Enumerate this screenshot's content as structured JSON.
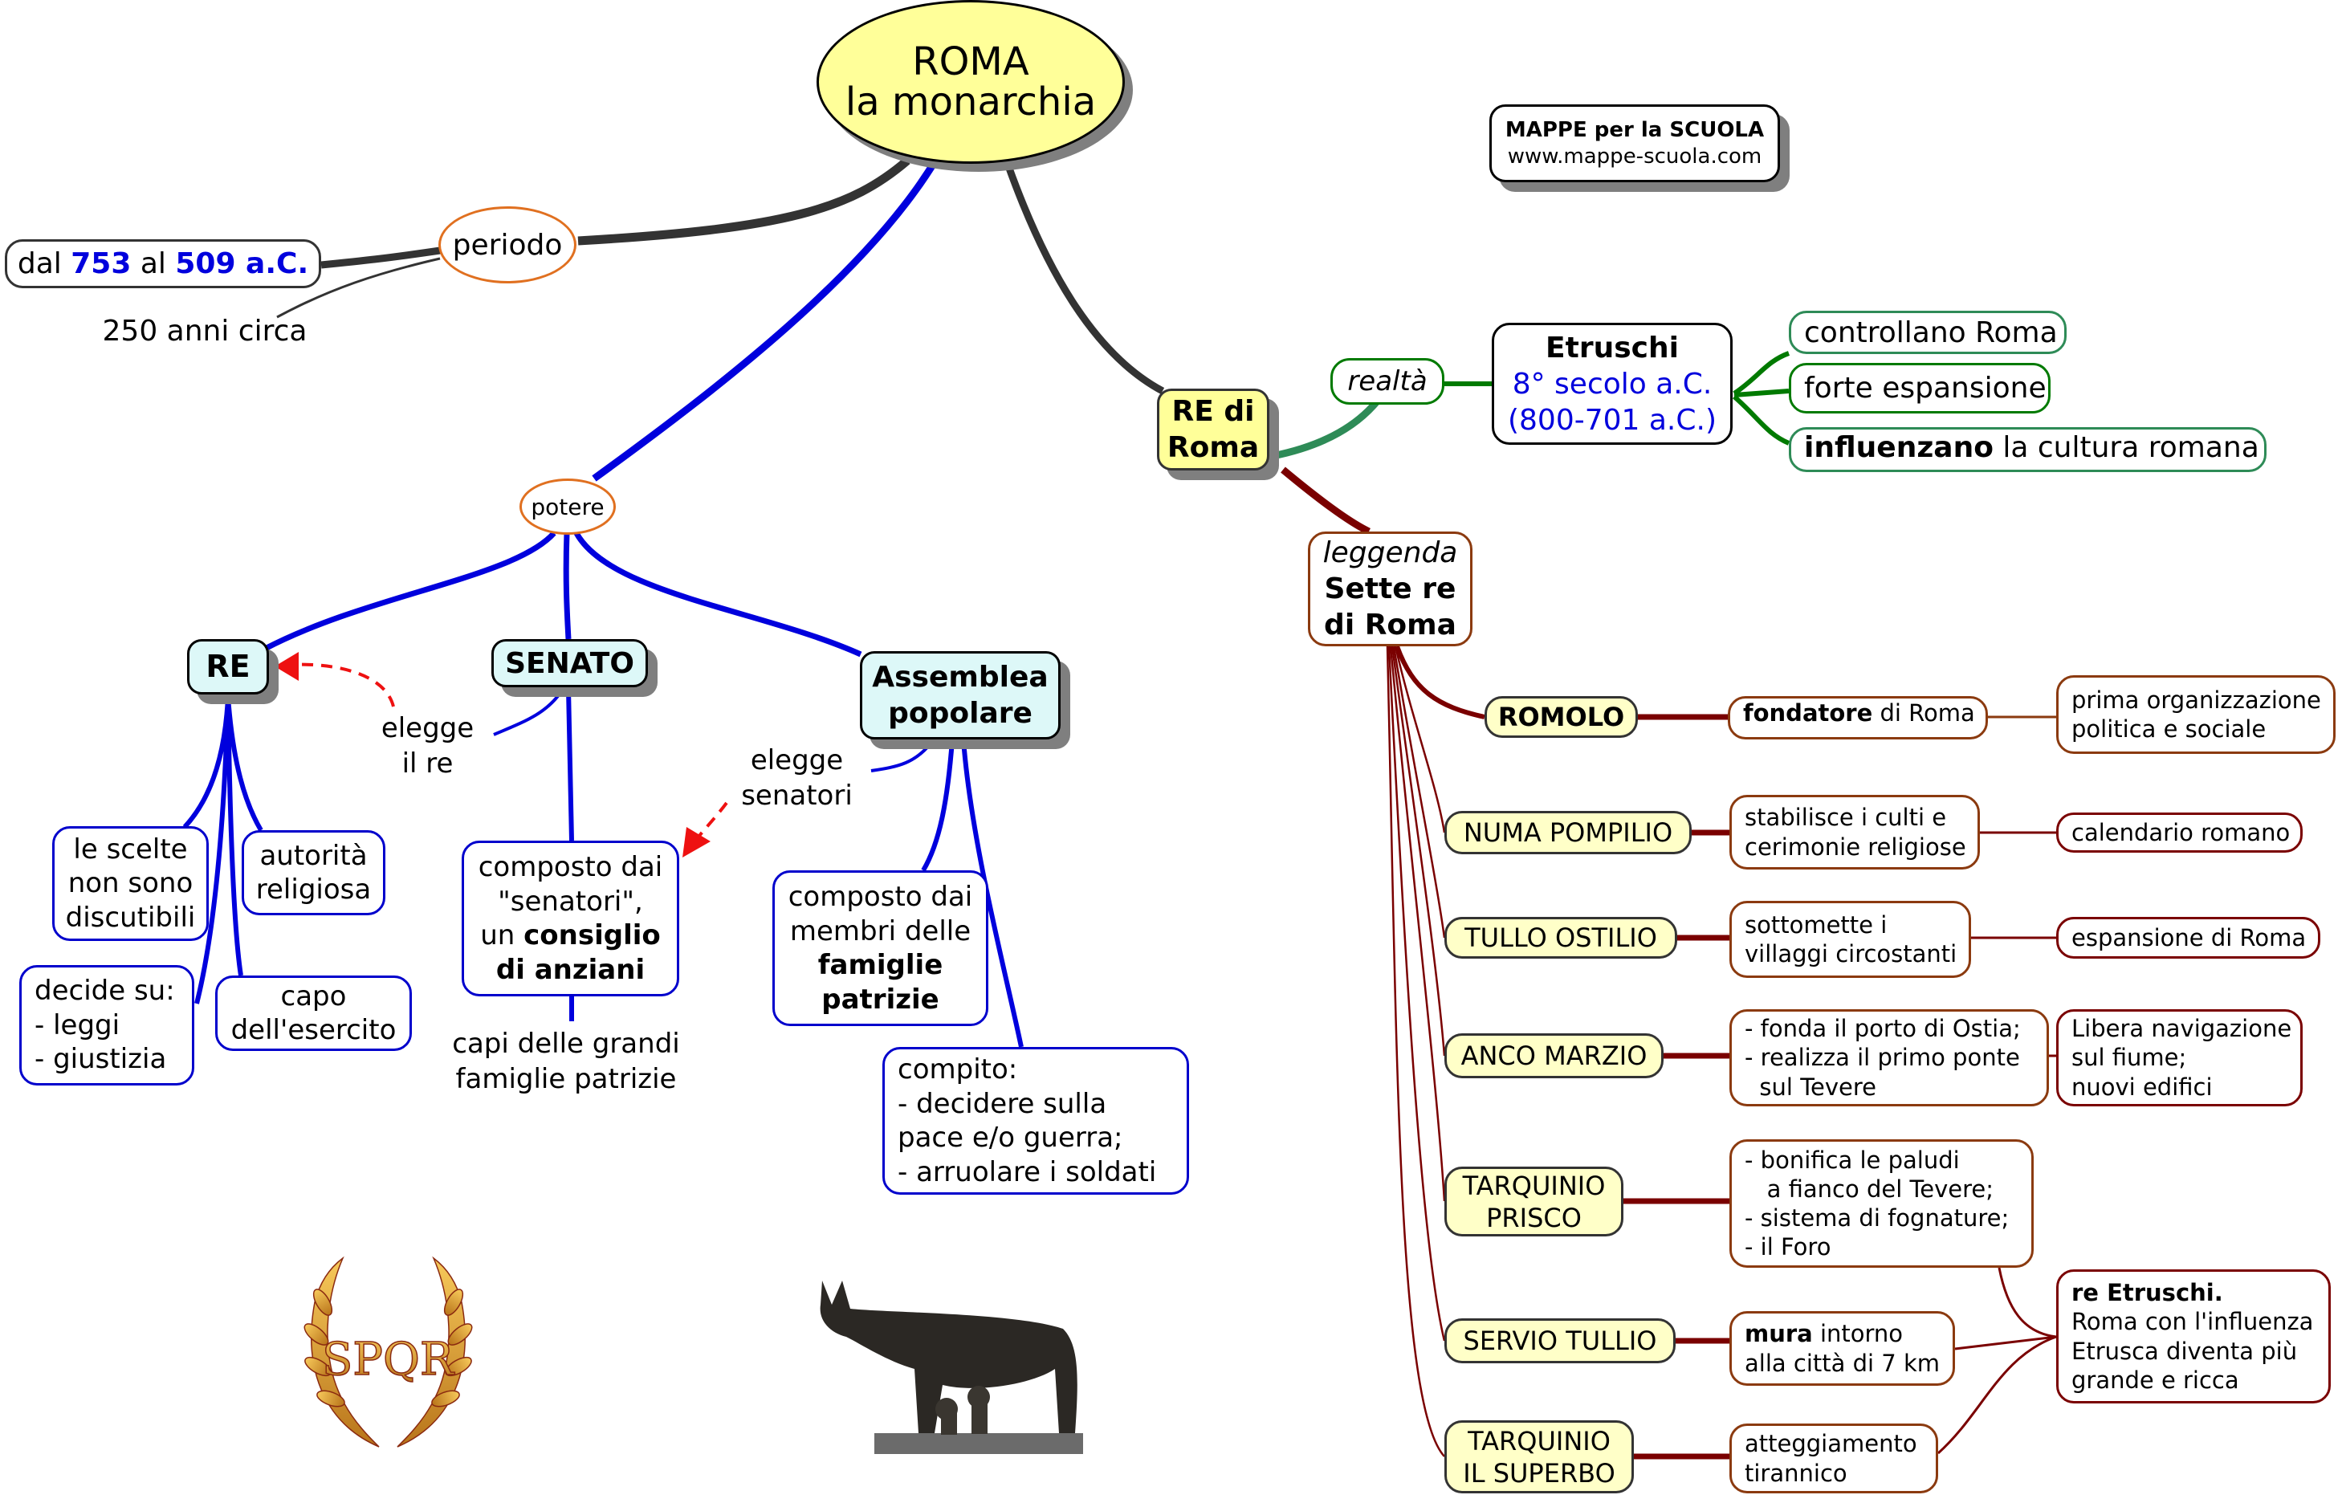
{
  "central": {
    "line1": "ROMA",
    "line2": "la monarchia"
  },
  "logo": {
    "line1": "MAPPE per la SCUOLA",
    "line2": "www.mappe-scuola.com"
  },
  "periodo": {
    "label": "periodo",
    "dates": {
      "prefix": "dal",
      "start": "753",
      "mid": "al",
      "end": "509 a.C."
    },
    "note": "250 anni circa"
  },
  "potere": {
    "label": "potere",
    "re": {
      "title": "RE",
      "items": [
        {
          "lines": [
            "le scelte",
            "non sono",
            "discutibili"
          ]
        },
        {
          "lines": [
            "autorità",
            "religiosa"
          ]
        },
        {
          "lines": [
            "decide su:",
            "- leggi",
            "- giustizia"
          ]
        },
        {
          "lines": [
            "capo",
            "dell'esercito"
          ]
        }
      ]
    },
    "senato": {
      "title": "SENATO",
      "link_label": [
        "elegge",
        "il re"
      ],
      "box": {
        "l1": "composto dai",
        "l2": "\"senatori\",",
        "l3a": "un ",
        "l3b": "consiglio",
        "l4": "di anziani"
      },
      "note": [
        "capi delle grandi",
        "famiglie patrizie"
      ]
    },
    "assemblea": {
      "title": [
        "Assemblea",
        "popolare"
      ],
      "link_label": [
        "elegge",
        "senatori"
      ],
      "box": {
        "l1": "composto dai",
        "l2": "membri delle",
        "l3": "famiglie",
        "l4": "patrizie"
      },
      "compito": [
        "compito:",
        "- decidere sulla",
        "pace e/o guerra;",
        "- arruolare i soldati"
      ]
    }
  },
  "re_di_roma": {
    "title": [
      "RE di",
      "Roma"
    ],
    "realta": {
      "label": "realtà",
      "etruschi": {
        "title": "Etruschi",
        "l2": "8° secolo a.C.",
        "l3": "(800-701 a.C.)"
      },
      "facts": [
        {
          "bold": "",
          "text": "controllano Roma"
        },
        {
          "bold": "",
          "text": "forte espansione"
        },
        {
          "bold": "influenzano",
          "text": " la cultura romana"
        }
      ]
    },
    "leggenda": {
      "label": "leggenda",
      "title": [
        "Sette re",
        "di Roma"
      ],
      "kings": [
        {
          "name": [
            "ROMOLO"
          ],
          "deed": {
            "bold": "fondatore",
            "lines": [
              " di Roma"
            ]
          },
          "result": [
            "prima organizzazione",
            "politica e sociale"
          ]
        },
        {
          "name": [
            "NUMA POMPILIO"
          ],
          "deed": {
            "bold": "",
            "lines": [
              "stabilisce i culti e",
              "cerimonie religiose"
            ]
          },
          "result": [
            "calendario romano"
          ]
        },
        {
          "name": [
            "TULLO OSTILIO"
          ],
          "deed": {
            "bold": "",
            "lines": [
              "sottomette i",
              "villaggi circostanti"
            ]
          },
          "result": [
            "espansione di Roma"
          ]
        },
        {
          "name": [
            "ANCO MARZIO"
          ],
          "deed": {
            "bold": "",
            "lines": [
              "- fonda il porto di Ostia;",
              "- realizza il primo ponte",
              "  sul Tevere"
            ]
          },
          "result": [
            "Libera navigazione",
            "sul fiume;",
            "nuovi edifici"
          ]
        },
        {
          "name": [
            "TARQUINIO",
            "PRISCO"
          ],
          "deed": {
            "bold": "",
            "lines": [
              "- bonifica le paludi",
              "   a fianco del Tevere;",
              "- sistema di fognature;",
              "- il Foro"
            ]
          }
        },
        {
          "name": [
            "SERVIO TULLIO"
          ],
          "deed": {
            "bold": "mura",
            "lines": [
              " intorno",
              "alla città di 7 km"
            ]
          }
        },
        {
          "name": [
            "TARQUINIO",
            "IL SUPERBO"
          ],
          "deed": {
            "bold": "",
            "lines": [
              "atteggiamento",
              "tirannico"
            ]
          }
        }
      ],
      "etruscan_kings": {
        "title": "re Etruschi.",
        "lines": [
          "Roma con l'influenza",
          "Etrusca diventa più",
          "grande e ricca"
        ]
      }
    }
  },
  "images": {
    "spqr": "SPQR",
    "wolf": "Lupa capitolina"
  },
  "colors": {
    "blue": "#0000dd",
    "dark": "#333333",
    "green": "#007a00",
    "teal": "#2e8b57",
    "darkred": "#7a0000",
    "orange": "#e07020",
    "yellow": "#ffff99",
    "cyan": "#ddf8f8",
    "king": "#ffffc8",
    "arrow": "#ee1111"
  }
}
